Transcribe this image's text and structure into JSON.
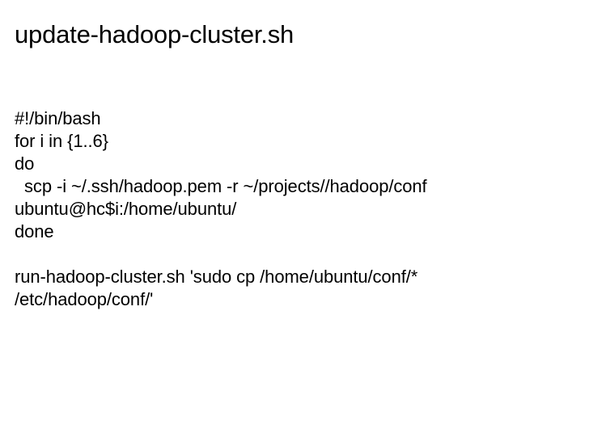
{
  "slide": {
    "title": "update-hadoop-cluster.sh",
    "background_color": "#ffffff",
    "text_color": "#000000",
    "lines": [
      {
        "text": "#!/bin/bash"
      },
      {
        "text": "for i in {1..6}"
      },
      {
        "text": "do"
      },
      {
        "text": "  scp -i ~/.ssh/hadoop.pem -r ~/projects//hadoop/conf"
      },
      {
        "text": "ubuntu@hc$i:/home/ubuntu/"
      },
      {
        "text": "done"
      },
      {
        "text": ""
      },
      {
        "text": "run-hadoop-cluster.sh 'sudo cp /home/ubuntu/conf/*"
      },
      {
        "text": "/etc/hadoop/conf/'"
      }
    ]
  }
}
